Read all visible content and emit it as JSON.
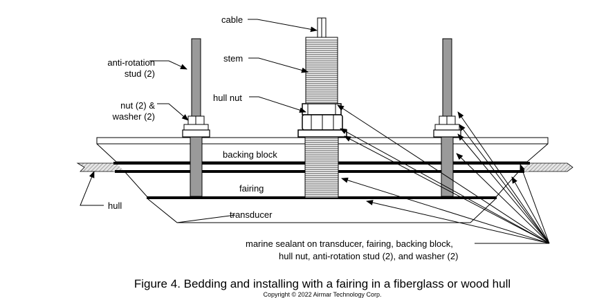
{
  "labels": {
    "cable": "cable",
    "stem": "stem",
    "anti_rotation_stud_line1": "anti-rotation",
    "anti_rotation_stud_line2": "stud (2)",
    "hull_nut": "hull nut",
    "nut_washer_line1": "nut (2) &",
    "nut_washer_line2": "washer (2)",
    "backing_block": "backing block",
    "fairing": "fairing",
    "hull": "hull",
    "transducer": "transducer",
    "sealant_line1": "marine sealant on transducer, fairing, backing block,",
    "sealant_line2": "hull nut, anti-rotation stud (2), and washer (2)"
  },
  "caption": "Figure 4. Bedding and installing with a fairing in a fiberglass or wood hull",
  "copyright": "Copyright © 2022 Airmar Technology Corp.",
  "colors": {
    "stud_fill": "#9a9a9a",
    "hull_hatch": "#b0b0b0",
    "line": "#000000"
  }
}
